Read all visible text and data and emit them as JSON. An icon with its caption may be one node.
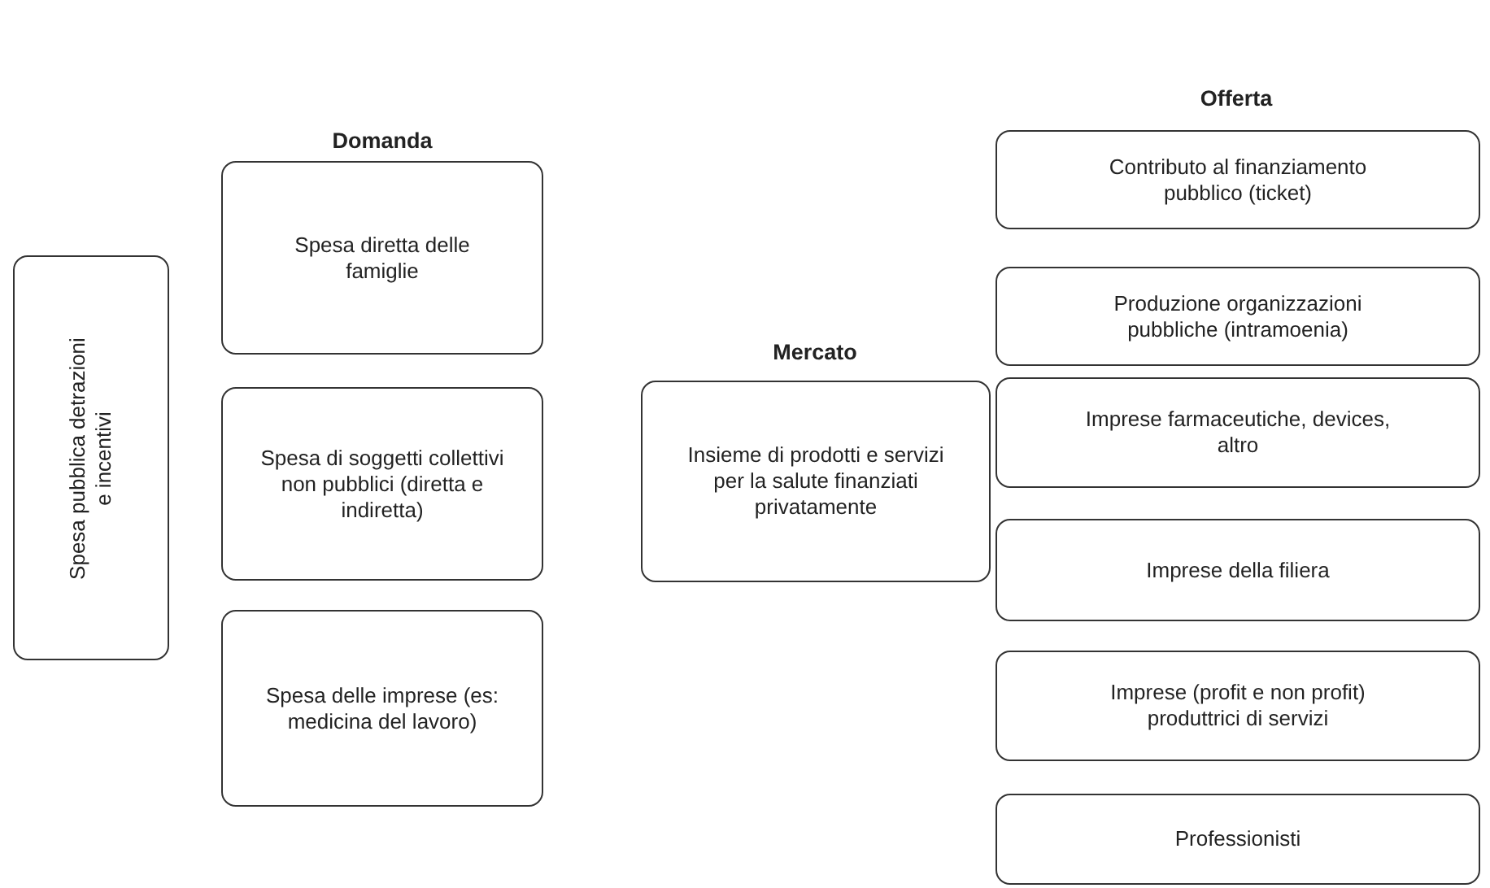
{
  "diagram": {
    "nodes": [
      {
        "text": [
          "Spesa pubblica detrazioni e incentivi"
        ]
      },
      {
        "text": [
          "Spesa diretta delle famiglie"
        ]
      },
      {
        "text": [
          "Spesa di soggetti collettivi non pubblici (diretta e indiretta)"
        ]
      },
      {
        "text": [
          "Spesa delle imprese (es: medicina del lavoro)"
        ]
      },
      {
        "text": [
          "Insieme di prodotti e servizi per la salute finanziati privatamente"
        ]
      },
      {
        "text": [
          "Contributo al finanziamento pubblico (ticket)"
        ]
      },
      {
        "text": [
          "Produzione organizzazioni pubbliche (intramoenia)"
        ]
      },
      {
        "text": [
          "Imprese farmaceutiche, devices, altro"
        ]
      },
      {
        "text": [
          "Imprese della filiera"
        ]
      },
      {
        "text": [
          "Imprese (profit e non profit) produttrici di servizi"
        ]
      },
      {
        "text": [
          "Professionisti"
        ]
      }
    ],
    "labels": [
      "Offerta",
      "Domanda",
      "Mercato"
    ]
  }
}
